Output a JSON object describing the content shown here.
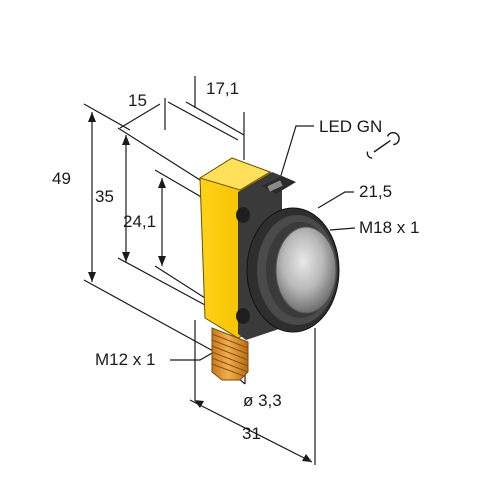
{
  "diagram": {
    "labels": {
      "dim_49": "49",
      "dim_35": "35",
      "dim_24_1": "24,1",
      "dim_15": "15",
      "dim_17_1": "17,1",
      "led": "LED GN",
      "wrench": "21,5",
      "thread_front": "M18 x 1",
      "thread_connector": "M12 x 1",
      "hole": "ø 3,3",
      "dim_31": "31"
    },
    "colors": {
      "housing_yellow": "#f7c300",
      "housing_shadow": "#d9a200",
      "connector_orange": "#e39a2d",
      "dark_grey": "#3a3a3a",
      "line": "#1a1a1a"
    },
    "icons": [
      "wrench-icon"
    ]
  }
}
